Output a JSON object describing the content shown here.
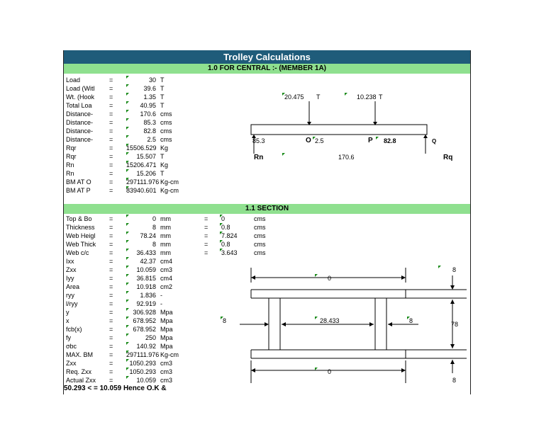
{
  "title": "Trolley Calculations",
  "section1": {
    "header": "1.0 FOR CENTRAL :- (MEMBER 1A)",
    "rows": [
      {
        "label": "Load",
        "eq": "=",
        "value": "30",
        "unit": "T"
      },
      {
        "label": "Load (Witl",
        "eq": "=",
        "value": "39.6",
        "unit": "T"
      },
      {
        "label": "Wt. (Hook",
        "eq": "=",
        "value": "1.35",
        "unit": "T"
      },
      {
        "label": "Total Loa",
        "eq": "=",
        "value": "40.95",
        "unit": "T"
      },
      {
        "label": "Distance-",
        "eq": "=",
        "value": "170.6",
        "unit": "cms"
      },
      {
        "label": "Distance-",
        "eq": "=",
        "value": "85.3",
        "unit": "cms"
      },
      {
        "label": "Distance-",
        "eq": "=",
        "value": "82.8",
        "unit": "cms"
      },
      {
        "label": "Distance-",
        "eq": "=",
        "value": "2.5",
        "unit": "cms"
      },
      {
        "label": "Rqr",
        "eq": "=",
        "value": "15506.529",
        "unit": "Kg"
      },
      {
        "label": "Rqr",
        "eq": "=",
        "value": "15.507",
        "unit": "T"
      },
      {
        "label": "Rn",
        "eq": "=",
        "value": "15206.471",
        "unit": "Kg"
      },
      {
        "label": "Rn",
        "eq": "=",
        "value": "15.206",
        "unit": "T"
      },
      {
        "label": "BM AT O",
        "eq": "=",
        "value": "297111.976",
        "unit": "Kg-cm"
      },
      {
        "label": "BM AT P",
        "eq": "=",
        "value": "83940.601",
        "unit": "Kg-cm"
      }
    ],
    "diagram": {
      "load1": "20.475",
      "load1_unit": "T",
      "load2": "10.238",
      "load2_unit": "T",
      "left_dist": "85.3",
      "point_o": "O",
      "mid_dist": "2.5",
      "point_p": "P",
      "right_dist": "82.8",
      "right_label": "Q",
      "left_support": "Rn",
      "span": "170.6",
      "right_support": "Rq"
    }
  },
  "section2": {
    "header": "1.1 SECTION",
    "rows": [
      {
        "label": "Top & Bo",
        "eq": "=",
        "value": "0",
        "unit": "mm",
        "eq2": "=",
        "value2": "0",
        "unit2": "cms"
      },
      {
        "label": "Thickness",
        "eq": "=",
        "value": "8",
        "unit": "mm",
        "eq2": "=",
        "value2": "0.8",
        "unit2": "cms"
      },
      {
        "label": "Web Heigl",
        "eq": "=",
        "value": "78.24",
        "unit": "mm",
        "eq2": "=",
        "value2": "7.824",
        "unit2": "cms"
      },
      {
        "label": "Web Thick",
        "eq": "=",
        "value": "8",
        "unit": "mm",
        "eq2": "=",
        "value2": "0.8",
        "unit2": "cms"
      },
      {
        "label": "Web c/c",
        "eq": "=",
        "value": "36.433",
        "unit": "mm",
        "eq2": "=",
        "value2": "3.643",
        "unit2": "cms"
      },
      {
        "label": "Ixx",
        "eq": "=",
        "value": "42.37",
        "unit": "cm4"
      },
      {
        "label": "Zxx",
        "eq": "=",
        "value": "10.059",
        "unit": "cm3"
      },
      {
        "label": "Iyy",
        "eq": "=",
        "value": "36.815",
        "unit": "cm4"
      },
      {
        "label": "Area",
        "eq": "=",
        "value": "10.918",
        "unit": "cm2"
      },
      {
        "label": "ryy",
        "eq": "=",
        "value": "1.836",
        "unit": "-"
      },
      {
        "label": "l/ryy",
        "eq": "=",
        "value": "92.919",
        "unit": "-"
      },
      {
        "label": "y",
        "eq": "=",
        "value": "306.928",
        "unit": "Mpa"
      },
      {
        "label": "x",
        "eq": "=",
        "value": "678.952",
        "unit": "Mpa"
      },
      {
        "label": "fcb(x)",
        "eq": "=",
        "value": "678.952",
        "unit": "Mpa"
      },
      {
        "label": "fy",
        "eq": "=",
        "value": "250",
        "unit": "Mpa"
      },
      {
        "label": "σbc",
        "eq": "=",
        "value": "140.92",
        "unit": "Mpa"
      },
      {
        "label": "MAX. BM",
        "eq": "=",
        "value": "297111.976",
        "unit": "Kg-cm"
      },
      {
        "label": "Zxx",
        "eq": "=",
        "value": "1050.293",
        "unit": "cm3"
      },
      {
        "label": "Req. Zxx",
        "eq": "=",
        "value": "1050.293",
        "unit": "cm3"
      },
      {
        "label": "Actual Zxx",
        "eq": "=",
        "value": "10.059",
        "unit": "cm3"
      }
    ],
    "diagram": {
      "top_width": "0",
      "top_thk": "8",
      "web_thk_left": "8",
      "web_clear": "28.433",
      "web_thk_right": "8",
      "web_height": "78",
      "bottom_width": "0",
      "bottom_thk": "8"
    }
  },
  "footer": "50.293 < = 10.059 Hence O.K &"
}
